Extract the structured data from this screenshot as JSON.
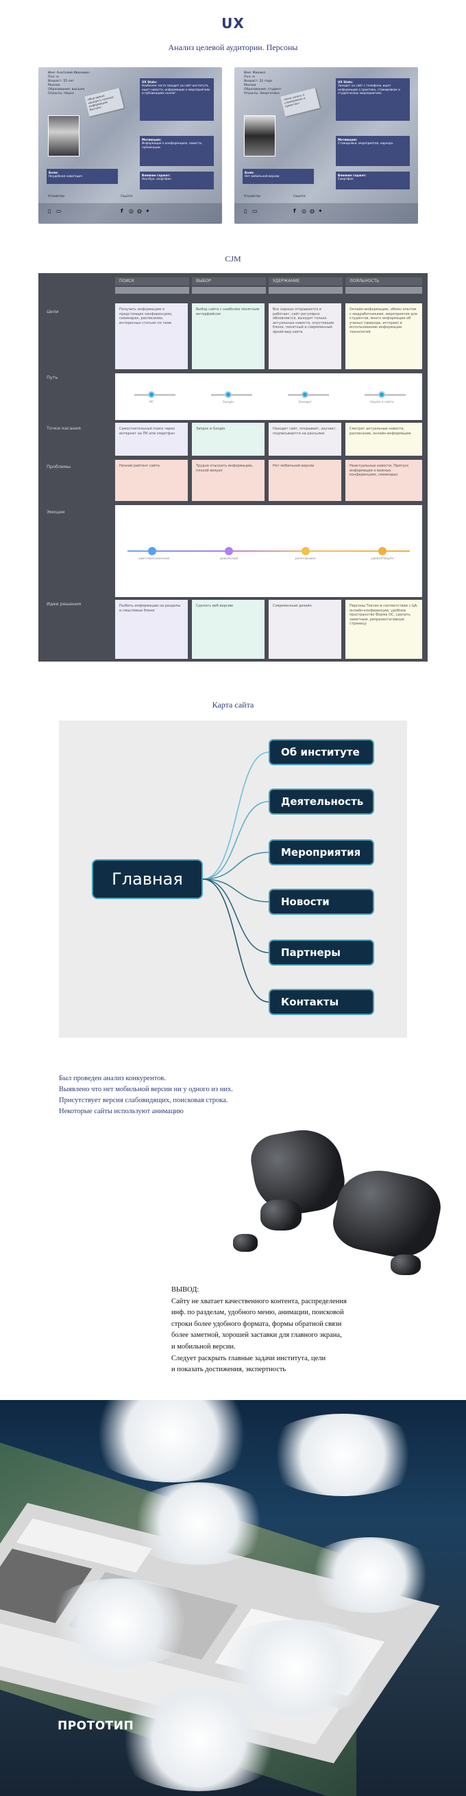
{
  "header": {
    "title": "UX",
    "subtitle": "Анализ целевой аудитории. Персоны"
  },
  "personas": [
    {
      "info_lines": [
        "Имя: Анатолий Иванович",
        "Пол: м",
        "Возраст: 55 лет",
        "Москва",
        "Образование: высшее",
        "Отрасль: Наука"
      ],
      "note": "«Мне важно находить нужную информацию быстро»",
      "box1_title": "UX Stats:",
      "box1_text": "Наиболее часто заходит на сайт института, ищет новости, информацию о мероприятиях и публикациях коллег.",
      "box2_title": "Мотивация:",
      "box2_text": "Информация о конференциях, новости, публикации.",
      "box3_title": "Боли:",
      "box3_text": "Неудобная навигация",
      "box4_title": "Влияние гаджет:",
      "box4_text": "Ноутбук, смартфон",
      "footer_labels": [
        "Устройства",
        "Соцсети"
      ]
    },
    {
      "info_lines": [
        "Имя: Михаил",
        "Пол: м",
        "Возраст: 22 года",
        "Москва",
        "Образование: студент",
        "Отрасль: Энергетика"
      ],
      "note": "«Хочу узнать о стажировках и проектах»",
      "box1_title": "UX Stats:",
      "box1_text": "Заходит на сайт с телефона, ищет информацию о практике, стажировках и студенческих мероприятиях.",
      "box2_title": "Мотивация:",
      "box2_text": "Стажировки, мероприятия, карьера.",
      "box3_title": "Боли:",
      "box3_text": "Нет мобильной версии",
      "box4_title": "Влияние гаджет:",
      "box4_text": "Смартфон",
      "footer_labels": [
        "Устройства",
        "Соцсети"
      ]
    }
  ],
  "cjm": {
    "title": "CJM",
    "phases": [
      "ПОИСК",
      "ВЫБОР",
      "УДЕРЖАНИЕ",
      "ЛОЯЛЬНОСТЬ"
    ],
    "rows": [
      {
        "label": "Цели",
        "cells": [
          "Получить информацию о предстоящих конференциях, семинарах, расписании, интересных статьях по теме",
          "Выбор сайта с наиболее понятным интерфейсом",
          "Все хорошо открывается и работает, сайт регулярно обновляется, выходят только актуальные новости, опустевшие блоки, понятный и современный яркий вид сайта",
          "Онлайн-информацию, обмен опытом с медработниками, мероприятия для студентов, много информации об ученых (природе, истории) и использованию информации технологий"
        ]
      },
      {
        "label": "Путь",
        "steps": [
          "ПС",
          "Google",
          "Заходит",
          "Нашёл в сайте"
        ]
      },
      {
        "label": "Точки касания",
        "cells": [
          "Самостоятельный поиск через интернет на ПК или смартфон",
          "Запрос в Google",
          "Находит сайт, открывает, изучает, подписывается на рассылки",
          "Смотрит актуальные новости, расписание, онлайн-информацию"
        ]
      },
      {
        "label": "Проблемы",
        "cells": [
          "Низкий рейтинг сайта",
          "Трудно отыскать информацию, плохой визуал",
          "Нет мобильной версии",
          "Неактуальные новости. Пропуск информации о важных конференциях, семинарах"
        ]
      },
      {
        "label": "Эмоции",
        "emotions": [
          "заинтересованный",
          "довольный",
          "разочарован",
          "удовлетворён"
        ]
      },
      {
        "label": "Идеи решения",
        "cells": [
          "Разбить информацию на разделы и смысловые блоки",
          "Сделать веб-версию",
          "Современный дизайн",
          "Персоны Токсин в соответствии с ЦА, онлайн-конференции, удобное пространство Форма ОС, сделать заметным, репрезентативную страницу"
        ]
      }
    ]
  },
  "sitemap": {
    "title": "Карта сайта",
    "main": "Главная",
    "children": [
      "Об институте",
      "Деятельность",
      "Мероприятия",
      "Новости",
      "Партнеры",
      "Контакты"
    ]
  },
  "analysis": [
    "Был проведен анализ конкурентов.",
    "Выявлено что нет мобильной версии ни у одного из них.",
    "Присутствует версия слабовидящих, поисковая строка.",
    "Некоторые сайты используют анимацию"
  ],
  "conclusion": [
    "ВЫВОД:",
    "Сайту не хватает качественного контента, распределения",
    "инф. по разделам, удобного меню, анимации, поисковой",
    "строки более удобного формата, формы обратной связи",
    "более заметной, хорошей заставки для главного экрана,",
    "и мобильной версии.",
    "Следует раскрыть главные задачи института, цели",
    "и показать достижения, экспертность"
  ],
  "prototype": {
    "label": "ПРОТОТИП"
  },
  "colors": {
    "accent": "#2f3a7a",
    "node": "#0f2e45",
    "node_border": "#4a9fb8"
  }
}
